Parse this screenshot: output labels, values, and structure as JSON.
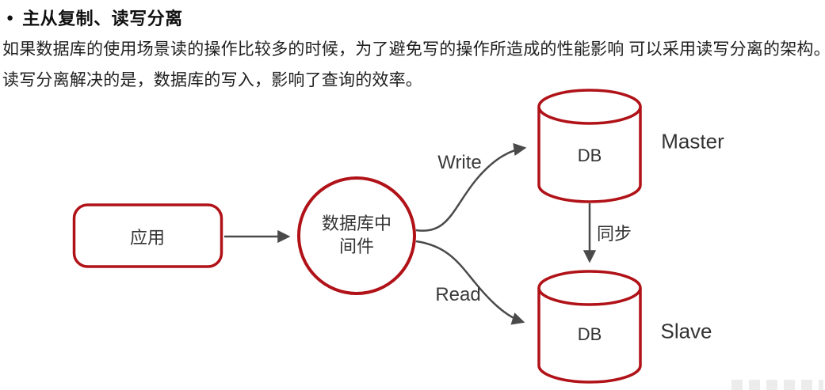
{
  "header": {
    "bullet": "●",
    "title": "主从复制、读写分离"
  },
  "paragraphs": {
    "line1": "如果数据库的使用场景读的操作比较多的时候，为了避免写的操作所造成的性能影响 可以采用读写分离的架构。",
    "line2": "读写分离解决的是，数据库的写入，影响了查询的效率。"
  },
  "diagram": {
    "app_node_label": "应用",
    "middleware_node_line1": "数据库中",
    "middleware_node_line2": "间件",
    "write_edge_label": "Write",
    "read_edge_label": "Read",
    "sync_edge_label": "同步",
    "master_db_label": "DB",
    "slave_db_label": "DB",
    "master_role_label": "Master",
    "slave_role_label": "Slave"
  },
  "colors": {
    "node_stroke": "#b01218",
    "arrow_stroke": "#4a4a4a",
    "text": "#1e1e1e",
    "background": "#ffffff"
  }
}
